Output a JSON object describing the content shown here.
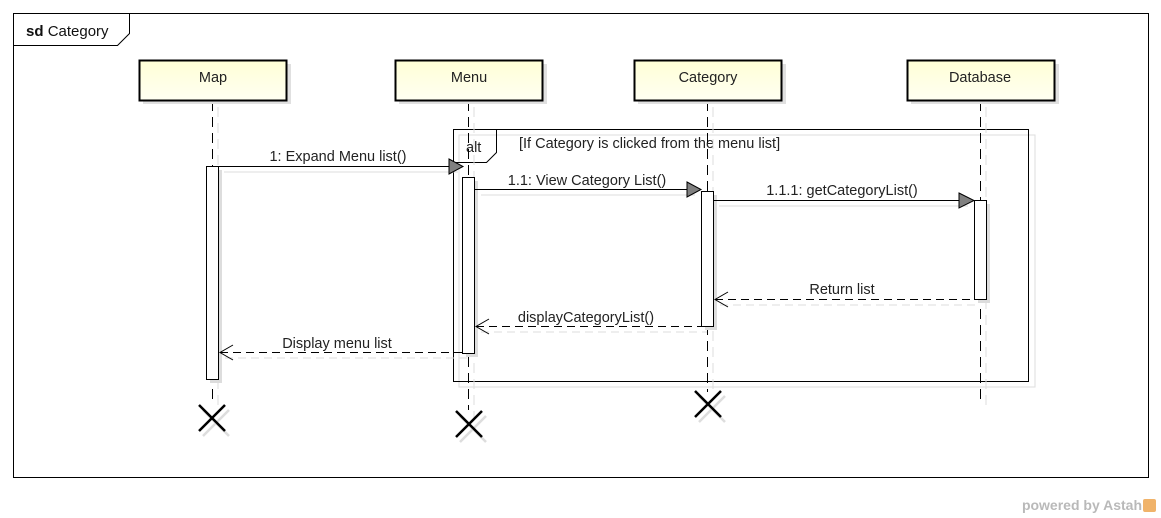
{
  "frame": {
    "keyword": "sd",
    "name": "Category"
  },
  "lifelines": [
    {
      "name": "Map"
    },
    {
      "name": "Menu"
    },
    {
      "name": "Category"
    },
    {
      "name": "Database"
    }
  ],
  "fragment": {
    "operator": "alt",
    "guard": "[If Category is clicked from the menu list]"
  },
  "messages": [
    {
      "label": "1: Expand Menu list()",
      "kind": "sync"
    },
    {
      "label": "1.1: View Category List()",
      "kind": "sync"
    },
    {
      "label": "1.1.1: getCategoryList()",
      "kind": "sync"
    },
    {
      "label": "Return list",
      "kind": "reply"
    },
    {
      "label": "displayCategoryList()",
      "kind": "reply"
    },
    {
      "label": "Display menu list",
      "kind": "reply"
    }
  ],
  "watermark": {
    "text": "powered by Astah"
  },
  "colors": {
    "lifeline_fill": "#ffffcc",
    "line": "#000000",
    "arrow_fill": "#808080"
  }
}
